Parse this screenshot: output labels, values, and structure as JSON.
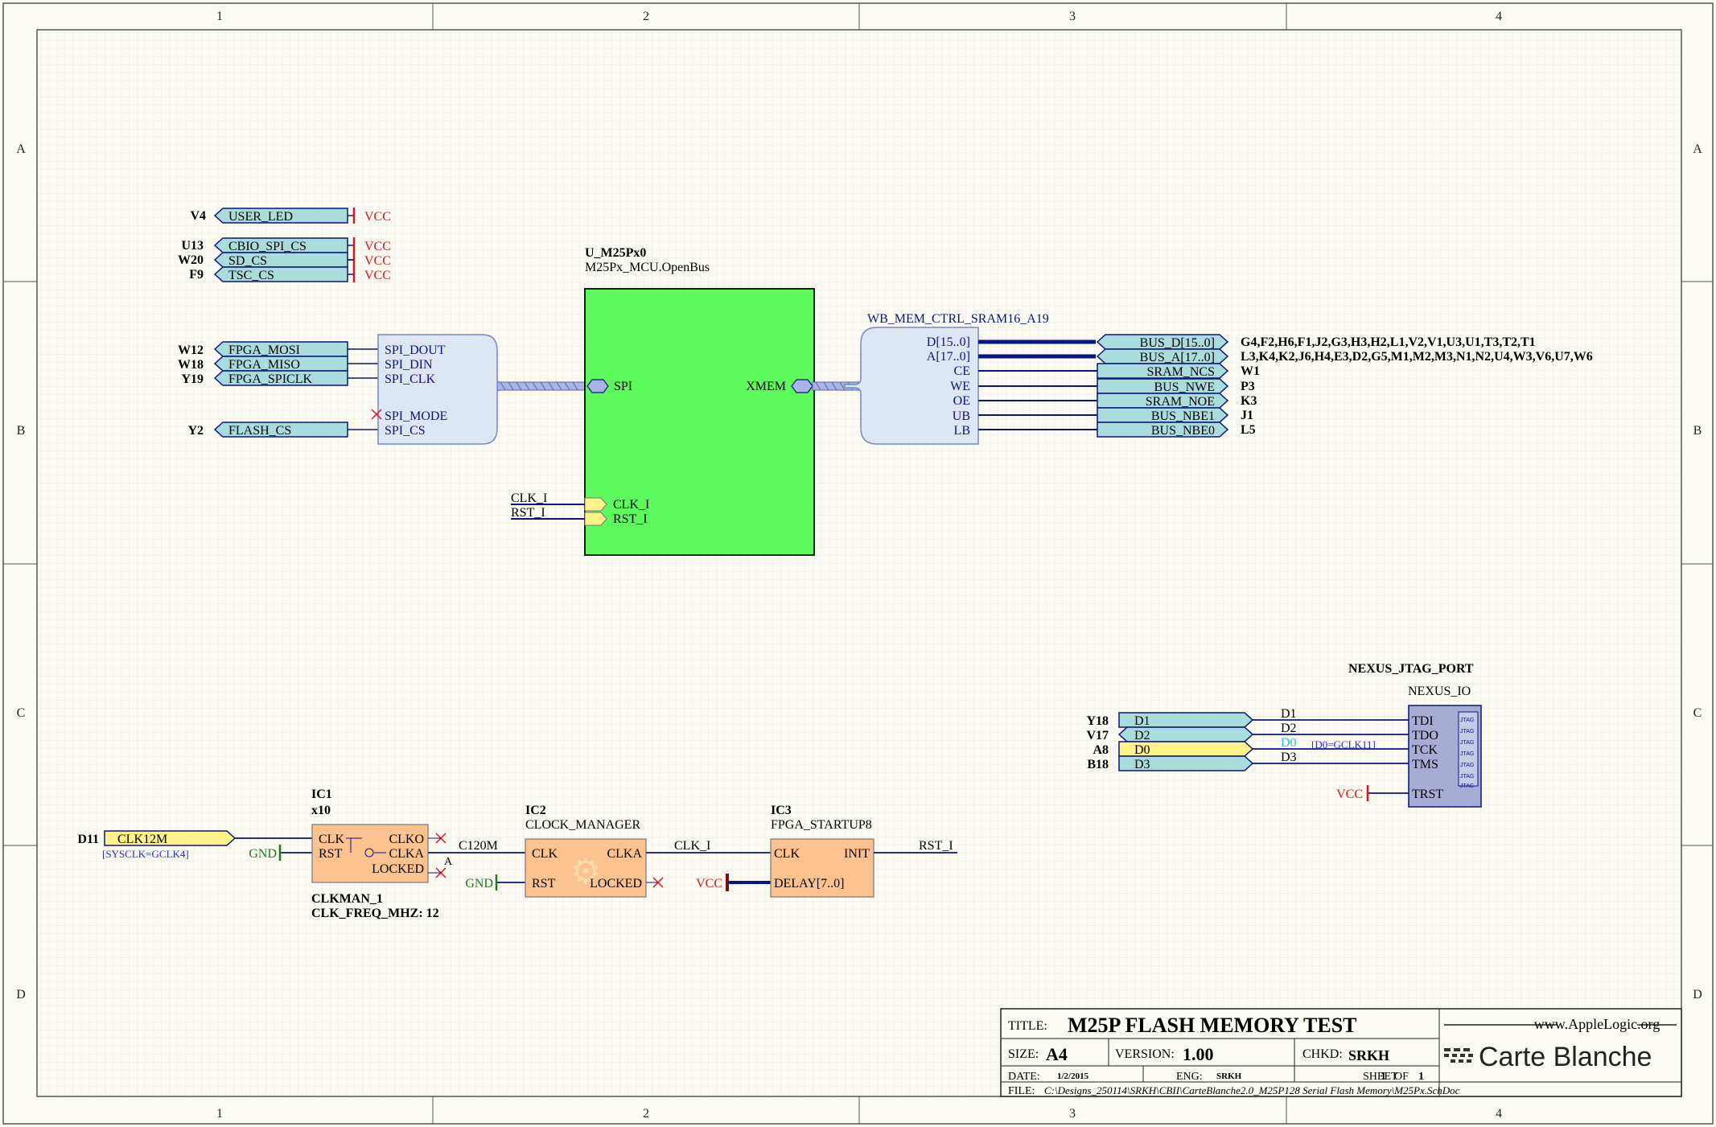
{
  "border": {
    "cols": [
      "1",
      "2",
      "3",
      "4"
    ],
    "rows": [
      "A",
      "B",
      "C",
      "D"
    ]
  },
  "power": {
    "vcc": "VCC",
    "gnd": "GND"
  },
  "left_ports": [
    {
      "pin": "V4",
      "name": "USER_LED"
    },
    {
      "pin": "U13",
      "name": "CBIO_SPI_CS"
    },
    {
      "pin": "W20",
      "name": "SD_CS"
    },
    {
      "pin": "F9",
      "name": "TSC_CS"
    },
    {
      "pin": "W12",
      "name": "FPGA_MOSI"
    },
    {
      "pin": "W18",
      "name": "FPGA_MISO"
    },
    {
      "pin": "Y19",
      "name": "FPGA_SPICLK"
    },
    {
      "pin": "Y2",
      "name": "FLASH_CS"
    }
  ],
  "spi_harness": {
    "signals": [
      "SPI_DOUT",
      "SPI_DIN",
      "SPI_CLK",
      "SPI_MODE",
      "SPI_CS"
    ]
  },
  "mcu": {
    "designator": "U_M25Px0",
    "part": "M25Px_MCU.OpenBus",
    "spi_port": "SPI",
    "xmem_port": "XMEM",
    "clk_pin": "CLK_I",
    "rst_pin": "RST_I",
    "clk_net": "CLK_I",
    "rst_net": "RST_I"
  },
  "mem_harness": {
    "title": "WB_MEM_CTRL_SRAM16_A19",
    "signals": [
      "D[15..0]",
      "A[17..0]",
      "CE",
      "WE",
      "OE",
      "UB",
      "LB"
    ]
  },
  "right_ports": [
    {
      "name": "BUS_D[15..0]",
      "pins": "G4,F2,H6,F1,J2,G3,H3,H2,L1,V2,V1,U3,U1,T3,T2,T1"
    },
    {
      "name": "BUS_A[17..0]",
      "pins": "L3,K4,K2,J6,H4,E3,D2,G5,M1,M2,M3,N1,N2,U4,W3,V6,U7,W6"
    },
    {
      "name": "SRAM_NCS",
      "pins": "W1"
    },
    {
      "name": "BUS_NWE",
      "pins": "P3"
    },
    {
      "name": "SRAM_NOE",
      "pins": "K3"
    },
    {
      "name": "BUS_NBE1",
      "pins": "J1"
    },
    {
      "name": "BUS_NBE0",
      "pins": "L5"
    }
  ],
  "jtag": {
    "designator": "NEXUS_JTAG_PORT",
    "part": "NEXUS_IO",
    "ports": [
      {
        "pin": "Y18",
        "name": "D1",
        "net": "D1",
        "target": "TDI"
      },
      {
        "pin": "V17",
        "name": "D2",
        "net": "D2",
        "target": "TDO"
      },
      {
        "pin": "A8",
        "name": "D0",
        "net": "D0",
        "target": "TCK"
      },
      {
        "pin": "B18",
        "name": "D3",
        "net": "D3",
        "target": "TMS"
      }
    ],
    "trst": "TRST",
    "d0_note": "[D0=GCLK11]",
    "inner_labels": [
      "JTAG",
      "JTAG",
      "JTAG",
      "JTAG",
      "JTAG",
      "JTAG",
      "JTAG"
    ]
  },
  "clock_chain": {
    "input_pin": "D11",
    "input_port": "CLK12M",
    "sysclk_note": "[SYSCLK=GCLK4]",
    "ic1": {
      "designator": "IC1",
      "mult": "x10",
      "pins": [
        "CLK",
        "RST",
        "CLKO",
        "CLKA",
        "LOCKED"
      ],
      "name": "CLKMAN_1",
      "param": "CLK_FREQ_MHZ: 12",
      "note": "A"
    },
    "net_c120m": "C120M",
    "ic2": {
      "designator": "IC2",
      "part": "CLOCK_MANAGER",
      "pins": [
        "CLK",
        "RST",
        "CLKA",
        "LOCKED"
      ]
    },
    "net_clk": "CLK_I",
    "ic3": {
      "designator": "IC3",
      "part": "FPGA_STARTUP8",
      "pins": [
        "CLK",
        "INIT",
        "DELAY[7..0]"
      ]
    },
    "net_rst": "RST_I"
  },
  "title_block": {
    "title_label": "TITLE:",
    "title": "M25P FLASH MEMORY TEST",
    "size_label": "SIZE:",
    "size": "A4",
    "version_label": "VERSION:",
    "version": "1.00",
    "chkd_label": "CHKD:",
    "chkd": "SRKH",
    "date_label": "DATE:",
    "date": "1/2/2015",
    "eng_label": "ENG:",
    "eng": "SRKH",
    "sheet_label": "SHEET",
    "sheet": "1",
    "of_label": "OF",
    "of": "1",
    "file_label": "FILE:",
    "file": "C:\\Designs_250114\\SRKH\\CBII\\CarteBlanche2.0_M25P128 Serial Flash Memory\\M25Px.SchDoc",
    "logo_site": "www.AppleLogic.org",
    "logo_name": "Carte Blanche"
  },
  "colors": {
    "wire": "#0b1480",
    "port_fill": "#abdcdc",
    "vcc": "#d8161c",
    "gnd": "#1f7a1f",
    "mcu_fill": "#5cfa5c",
    "ic_fill": "#fcc28f",
    "harness_fill": "#dde6f2",
    "clk_port_fill": "#fff38a",
    "jtag_fill": "#a8acd4"
  }
}
